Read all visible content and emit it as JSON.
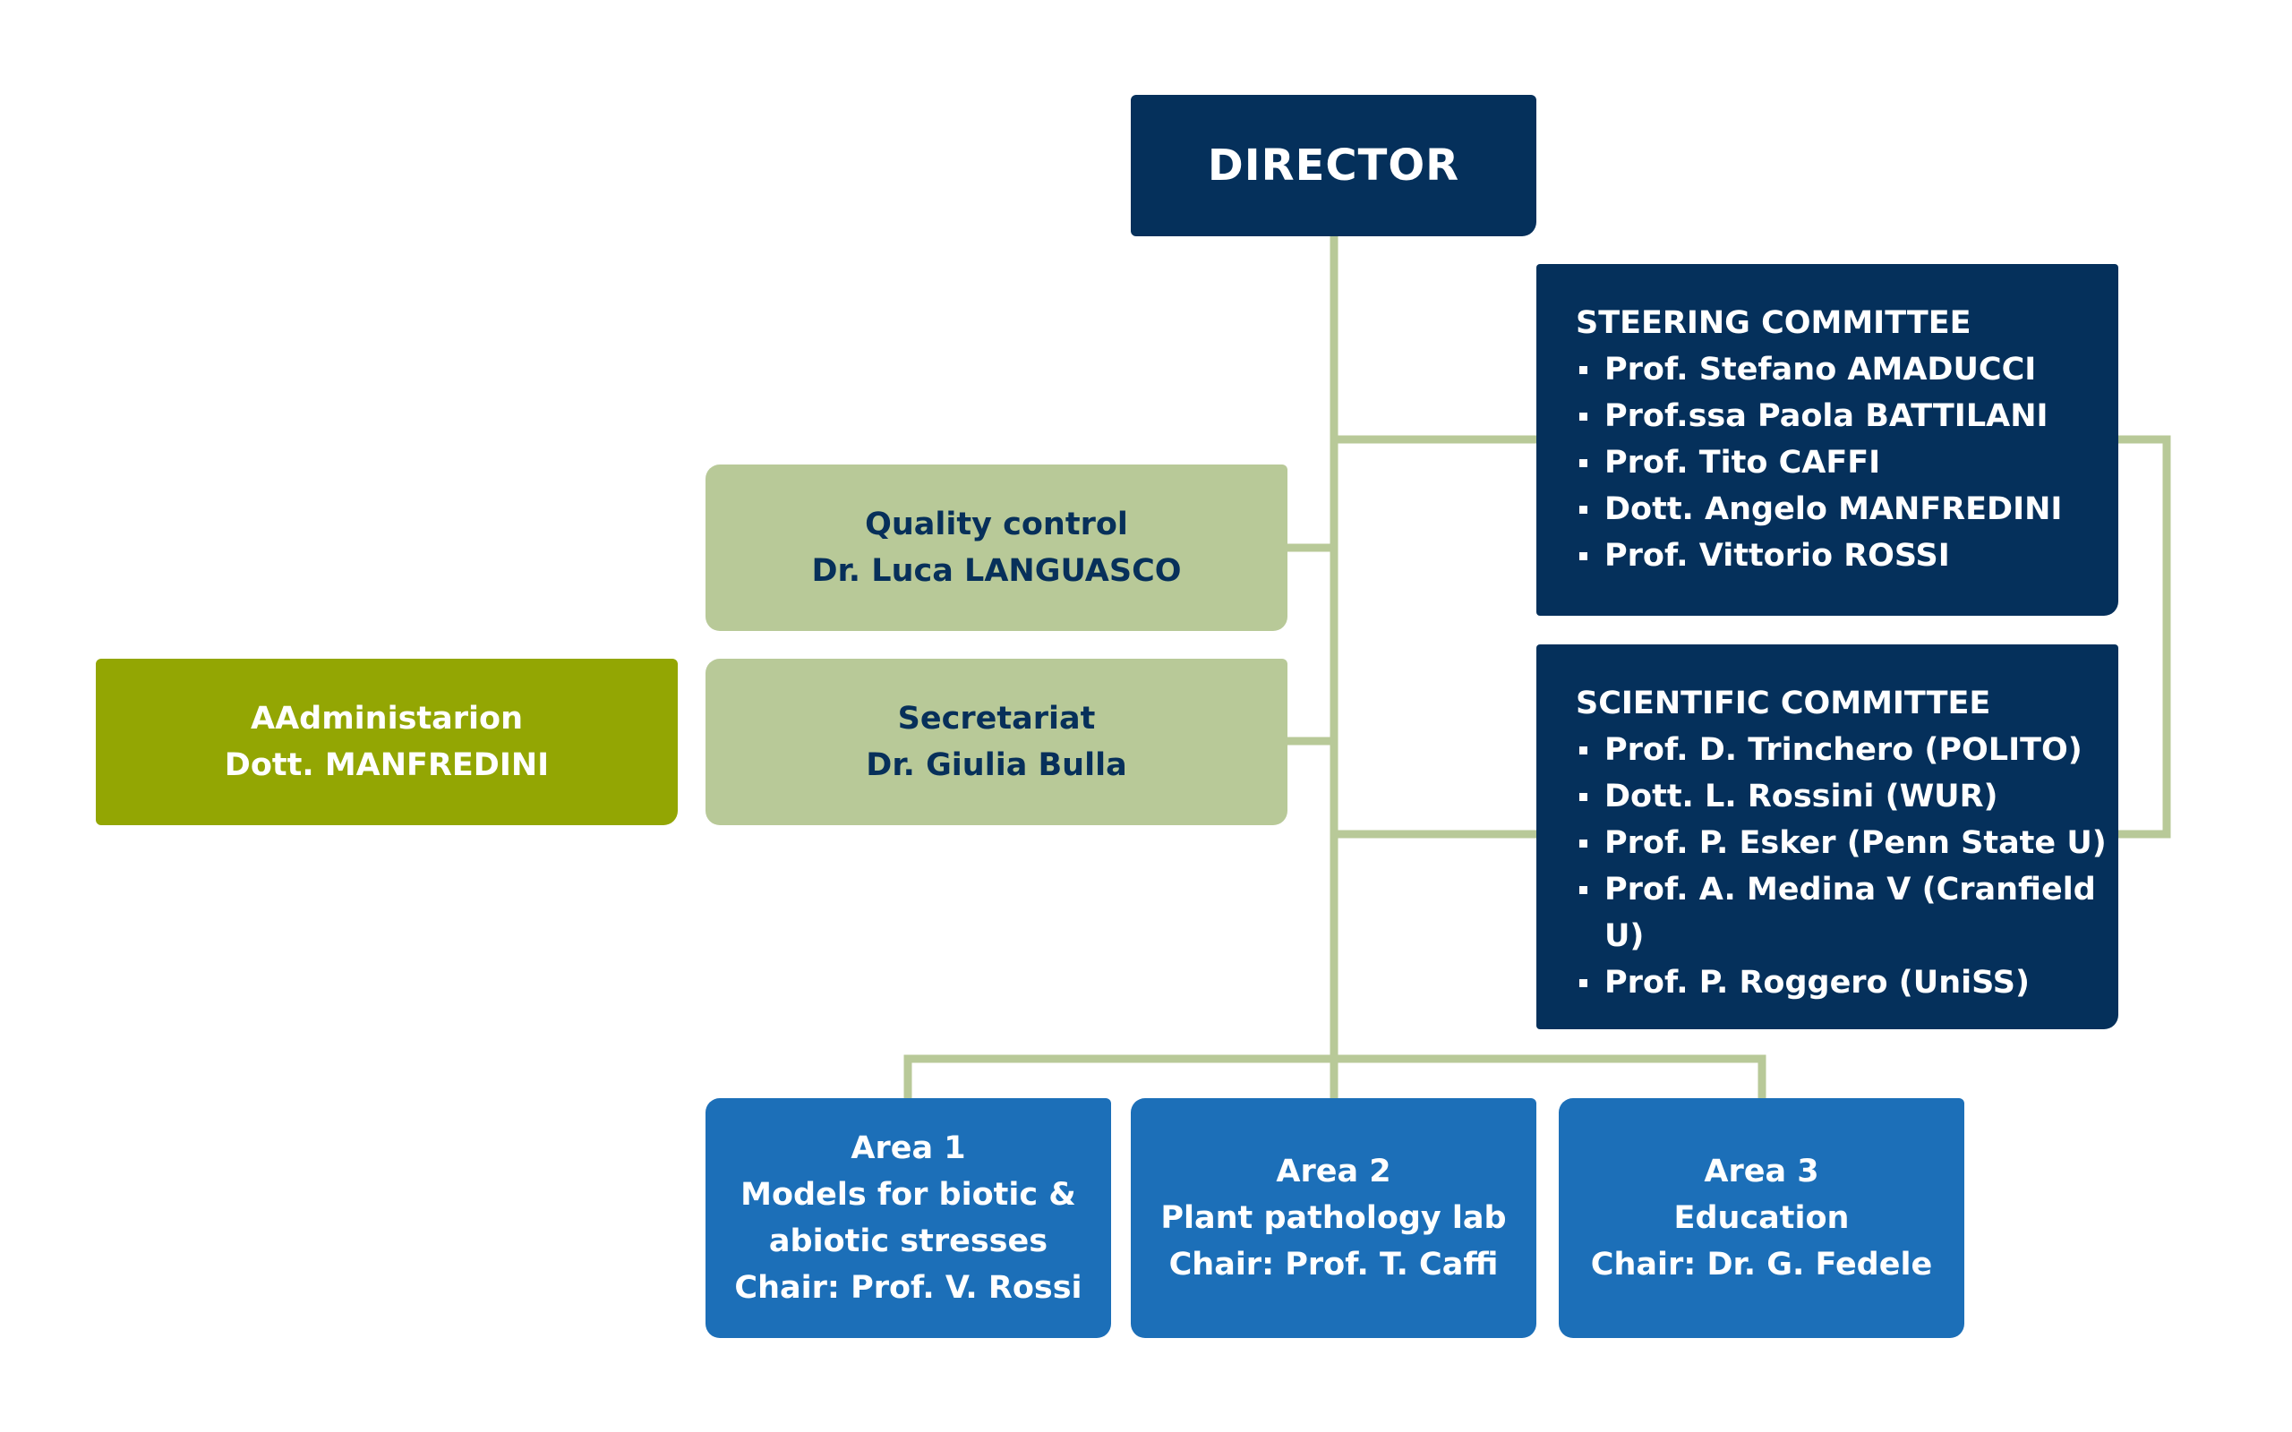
{
  "colors": {
    "navy": "#05305b",
    "sage": "#b8c998",
    "olive": "#93a603",
    "blue": "#1c6fb8",
    "connector": "#b8c998",
    "navy_text": "#07305a"
  },
  "director": {
    "label": "DIRECTOR"
  },
  "steering_committee": {
    "title": "STEERING COMMITTEE",
    "members": [
      "Prof. Stefano AMADUCCI",
      "Prof.ssa Paola BATTILANI",
      "Prof. Tito CAFFI",
      "Dott. Angelo MANFREDINI",
      "Prof. Vittorio ROSSI"
    ]
  },
  "scientific_committee": {
    "title": "SCIENTIFIC COMMITTEE",
    "members": [
      "Prof. D. Trinchero (POLITO)",
      "Dott. L. Rossini (WUR)",
      "Prof. P. Esker (Penn State U)",
      "Prof. A. Medina V (Cranfield U)",
      "Prof. P. Roggero (UniSS)"
    ]
  },
  "quality_control": {
    "title": "Quality control",
    "person": "Dr. Luca LANGUASCO"
  },
  "secretariat": {
    "title": "Secretariat",
    "person": "Dr. Giulia Bulla"
  },
  "administration": {
    "title": "AAdministarion",
    "person": "Dott. MANFREDINI"
  },
  "areas": [
    {
      "title": "Area 1",
      "lines": [
        "Models for biotic &",
        "abiotic stresses"
      ],
      "chair": "Chair: Prof. V. Rossi"
    },
    {
      "title": "Area 2",
      "lines": [
        "Plant pathology lab"
      ],
      "chair": "Chair: Prof. T. Caffi"
    },
    {
      "title": "Area 3",
      "lines": [
        "Education"
      ],
      "chair": "Chair: Dr. G. Fedele"
    }
  ]
}
